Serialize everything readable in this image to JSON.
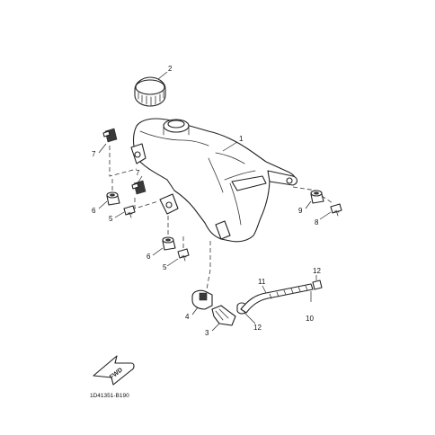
{
  "callouts": {
    "c1": "1",
    "c2": "2",
    "c3": "3",
    "c4": "4",
    "c5a": "5",
    "c5b": "5",
    "c6a": "6",
    "c6b": "6",
    "c7a": "7",
    "c7b": "7",
    "c8": "8",
    "c9": "9",
    "c10": "10",
    "c11": "11",
    "c12a": "12",
    "c12b": "12"
  },
  "fwd_label": "FWD",
  "diagram_code": "1D41351-B190"
}
